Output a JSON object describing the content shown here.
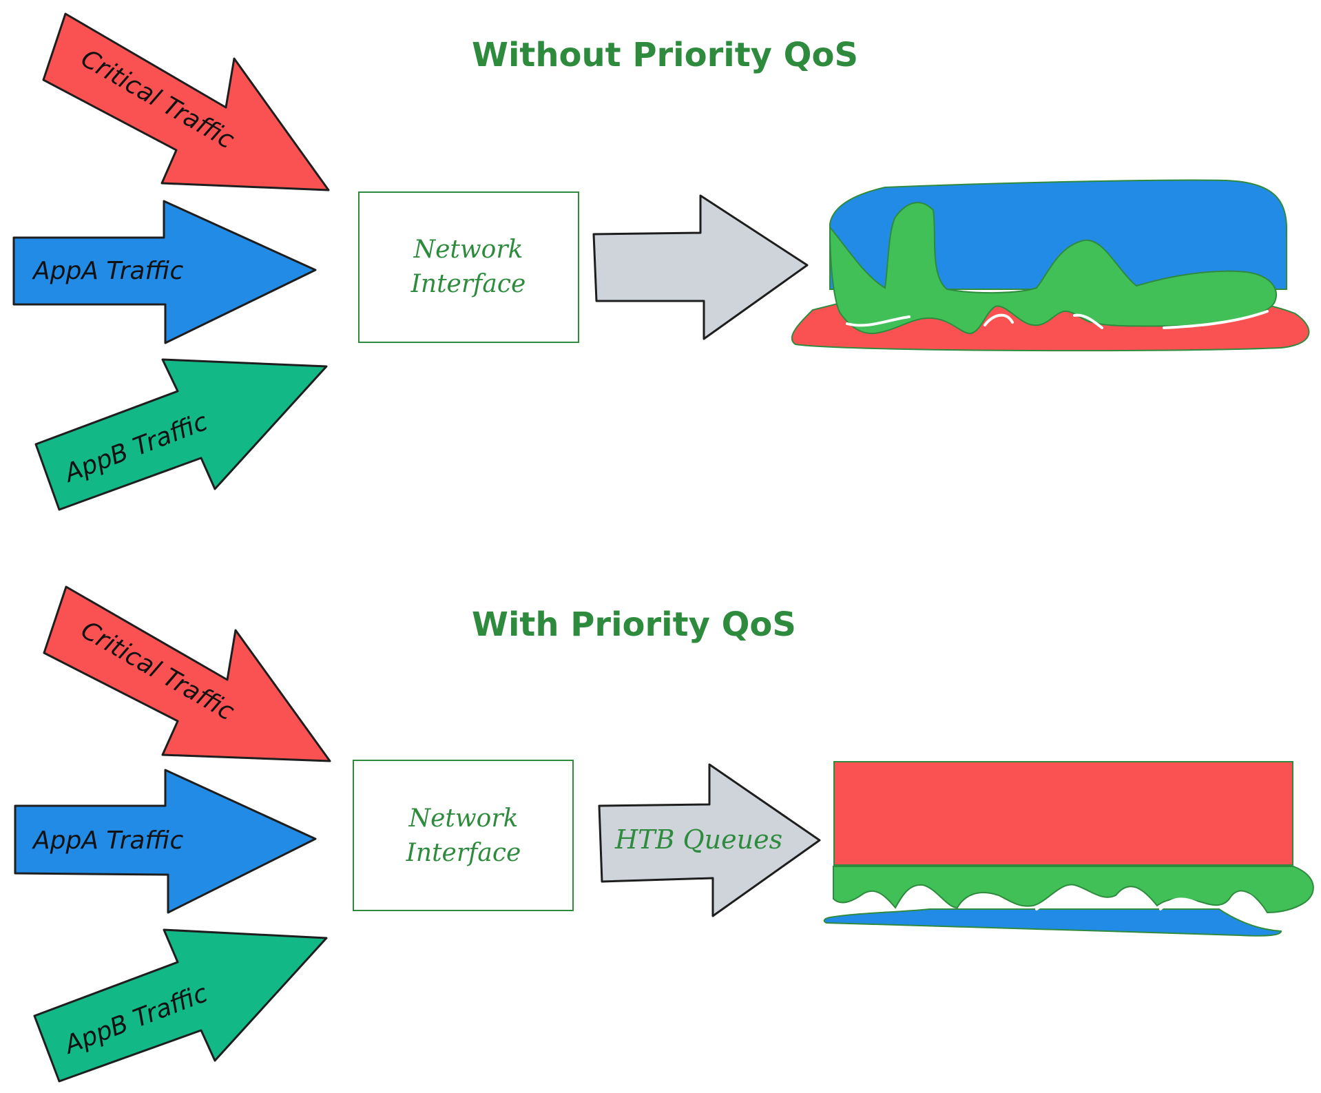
{
  "colors": {
    "critical": "#fa5252",
    "appa": "#228be6",
    "appb": "#12b886",
    "green_blob": "#40c057",
    "gray_arrow": "#ced4da",
    "text_green": "#2e8b3e",
    "outline": "#1e1e1e"
  },
  "sections": [
    {
      "title": "Without Priority QoS",
      "arrows": [
        {
          "label": "Critical Traffic",
          "color": "critical"
        },
        {
          "label": "AppA Traffic",
          "color": "appa"
        },
        {
          "label": "AppB Traffic",
          "color": "appb"
        }
      ],
      "interface_label_line1": "Network",
      "interface_label_line2": "Interface",
      "output_arrow_label": "",
      "output": "mixed"
    },
    {
      "title": "With Priority QoS",
      "arrows": [
        {
          "label": "Critical Traffic",
          "color": "critical"
        },
        {
          "label": "AppA Traffic",
          "color": "appa"
        },
        {
          "label": "AppB Traffic",
          "color": "appb"
        }
      ],
      "interface_label_line1": "Network",
      "interface_label_line2": "Interface",
      "output_arrow_label": "HTB Queues",
      "output": "prioritized"
    }
  ]
}
